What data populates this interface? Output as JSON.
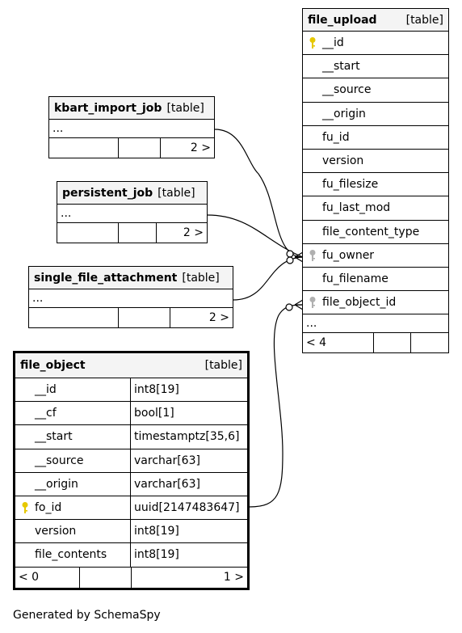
{
  "caption": "Generated by SchemaSpy",
  "file_upload": {
    "name": "file_upload",
    "kind": "[table]",
    "columns": [
      {
        "name": "__id",
        "key": "primary"
      },
      {
        "name": "__start",
        "key": ""
      },
      {
        "name": "__source",
        "key": ""
      },
      {
        "name": "__origin",
        "key": ""
      },
      {
        "name": "fu_id",
        "key": ""
      },
      {
        "name": "version",
        "key": ""
      },
      {
        "name": "fu_filesize",
        "key": ""
      },
      {
        "name": "fu_last_mod",
        "key": ""
      },
      {
        "name": "file_content_type",
        "key": ""
      },
      {
        "name": "fu_owner",
        "key": "foreign"
      },
      {
        "name": "fu_filename",
        "key": ""
      },
      {
        "name": "file_object_id",
        "key": "foreign"
      }
    ],
    "ellipsis": "...",
    "footer": {
      "parents": "< 4",
      "columns": "",
      "children": ""
    }
  },
  "kbart_import_job": {
    "name": "kbart_import_job",
    "kind": "[table]",
    "ellipsis": "...",
    "footer": {
      "parents": "",
      "columns": "",
      "children": "2 >"
    }
  },
  "persistent_job": {
    "name": "persistent_job",
    "kind": "[table]",
    "ellipsis": "...",
    "footer": {
      "parents": "",
      "columns": "",
      "children": "2 >"
    }
  },
  "single_file_attachment": {
    "name": "single_file_attachment",
    "kind": "[table]",
    "ellipsis": "...",
    "footer": {
      "parents": "",
      "columns": "",
      "children": "2 >"
    }
  },
  "file_object": {
    "name": "file_object",
    "kind": "[table]",
    "columns": [
      {
        "name": "__id",
        "type": "int8[19]",
        "key": ""
      },
      {
        "name": "__cf",
        "type": "bool[1]",
        "key": ""
      },
      {
        "name": "__start",
        "type": "timestamptz[35,6]",
        "key": ""
      },
      {
        "name": "__source",
        "type": "varchar[63]",
        "key": ""
      },
      {
        "name": "__origin",
        "type": "varchar[63]",
        "key": ""
      },
      {
        "name": "fo_id",
        "type": "uuid[2147483647]",
        "key": "primary"
      },
      {
        "name": "version",
        "type": "int8[19]",
        "key": ""
      },
      {
        "name": "file_contents",
        "type": "int8[19]",
        "key": ""
      }
    ],
    "footer": {
      "parents": "< 0",
      "columns": "",
      "children": "1 >"
    }
  },
  "colors": {
    "primary_key": "#e6c800",
    "foreign_key": "#b0b0b0",
    "header_bg": "#f4f4f4"
  }
}
